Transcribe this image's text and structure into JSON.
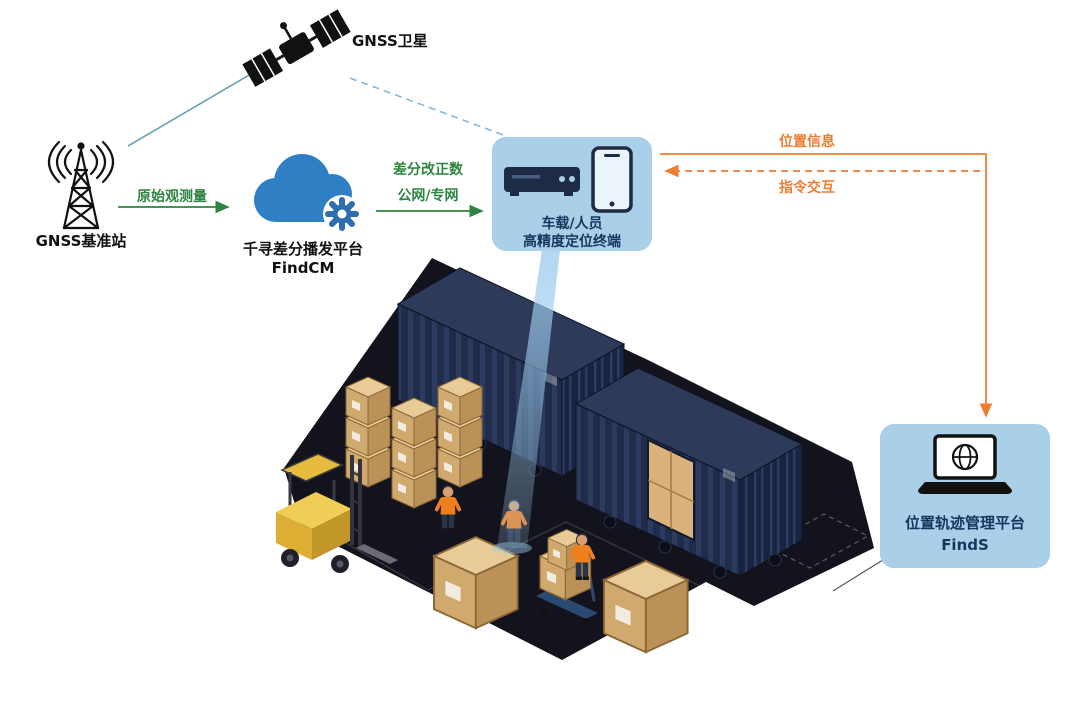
{
  "diagram": {
    "satellite": {
      "label": "GNSS卫星"
    },
    "base_station": {
      "label": "GNSS基准站"
    },
    "cloud_platform": {
      "name": "千寻差分播发平台",
      "product": "FindCM"
    },
    "terminal": {
      "line1": "车载/人员",
      "line2": "高精度定位终端"
    },
    "management_platform": {
      "name": "位置轨迹管理平台",
      "product": "FindS"
    },
    "links": {
      "raw_observation": "原始观测量",
      "correction_line1": "差分改正数",
      "correction_line2": "公网/专网",
      "position_info": "位置信息",
      "command_interaction": "指令交互"
    }
  },
  "icons": {
    "satellite": "satellite-icon",
    "base_station": "antenna-tower-icon",
    "cloud": "cloud-gear-icon",
    "terminal": "receiver-and-phone-icon",
    "management": "laptop-globe-icon"
  },
  "colors": {
    "panel_blue": "#a9cfe9",
    "label_navy": "#17365d",
    "flow_green": "#2e8540",
    "flow_orange": "#ed7d31",
    "cloud_blue": "#2e7fc3",
    "link_teal": "#69a2b2",
    "link_blue_dashed": "#85b6dc",
    "floor_dark": "#13131d",
    "container_navy": "#202c49",
    "crate_tan": "#d0a96e",
    "forklift_yellow": "#e6bc3f",
    "beam_blue": "#9ecdee"
  }
}
